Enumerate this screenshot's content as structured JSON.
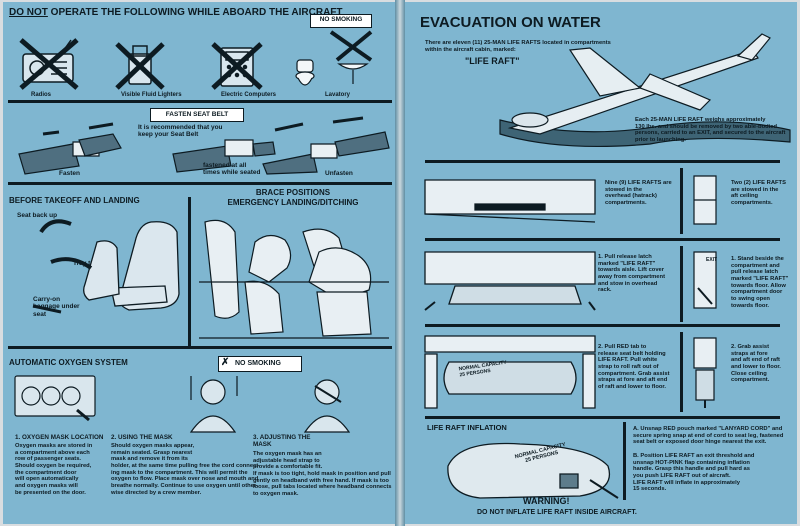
{
  "left": {
    "do_not_word": "DO NOT",
    "header_rest": "OPERATE THE FOLLOWING WHILE ABOARD THE AIRCRAFT",
    "no_smoking_box": "NO SMOKING",
    "prohibited_items": [
      "Radios",
      "Visible Fluid Lighters",
      "Electric Computers",
      "Lavatory"
    ],
    "seatbelt": {
      "title": "FASTEN SEAT BELT",
      "note": "It is recommended that you\nkeep your Seat Belt",
      "fasten": "Fasten",
      "fastened": "fastened at all\ntimes while seated",
      "unfasten": "Unfasten"
    },
    "takeoff": {
      "title": "BEFORE TAKEOFF AND LANDING",
      "seat_back": "Seat back up",
      "tray_table": "Tray table up",
      "carry_on": "Carry-on\nbaggage under\nseat"
    },
    "brace": {
      "title_1": "BRACE POSITIONS",
      "title_2": "EMERGENCY LANDING/DITCHING"
    },
    "oxygen": {
      "title": "AUTOMATIC OXYGEN SYSTEM",
      "no_smoking": "NO SMOKING",
      "step1_title": "1. OXYGEN MASK LOCATION",
      "step1_text": "Oxygen masks are stored in\na compartment above each\nrow of passenger seats.\nShould oxygen be required,\nthe compartment door\nwill open automatically\nand oxygen masks will\nbe presented on the door.",
      "step2_title": "2. USING THE MASK",
      "step2_text": "Should oxygen masks appear,\nremain seated. Grasp nearest\nmask and remove it from its\nholder, at the same time pulling free the cord connect-\ning mask to the compartment. This will permit the\noxygen to flow. Place mask over nose and mouth and\nbreathe normally. Continue to use oxygen until other-\nwise directed by a crew member.",
      "step3_title": "3. ADJUSTING THE\nMASK",
      "step3_text": "The oxygen mask has an\nadjustable head strap to\nprovide a comfortable fit.\nIf mask is too tight, hold mask in position and pull\ngently on headband with free hand. If mask is too\nloose, pull tabs located where headband connects\nto oxygen mask."
    }
  },
  "right": {
    "title": "EVACUATION ON WATER",
    "intro": "There are eleven (11) 25-MAN LIFE RAFTS located in compartments\nwithin the aircraft cabin, marked:",
    "raft_label": "\"LIFE RAFT\"",
    "raft_desc": "Each 25-MAN LIFE RAFT weighs approximately\n130 lbs. and should be removed by two able-bodied\npersons, carried to an EXIT, and secured to the aircraft\nprior to launching.",
    "nine_rafts": "Nine (9) LIFE RAFTS are\nstowed in the\noverhead (hatrack)\ncompartments.",
    "two_rafts": "Two (2) LIFE RAFTS\nare stowed in the\naft ceiling\ncompartments.",
    "step1_left": "1. Pull release latch\nmarked \"LIFE RAFT\"\ntowards aisle. Lift cover\naway from compartment\nand stow in overhead\nrack.",
    "step1_right": "1. Stand beside the\ncompartment and\npull release latch\nmarked \"LIFE RAFT\"\ntowards floor. Allow\ncompartment door\nto swing open\ntowards floor.",
    "step2_left": "2. Pull RED tab to\nrelease seat belt holding\nLIFE RAFT. Pull white\nstrap to roll raft out of\ncompartment. Grab assist\nstraps at fore and aft end\nof raft and lower to floor.",
    "step2_right": "2. Grab assist\nstraps at fore\nand aft end of raft\nand lower to floor.\nClose ceiling\ncompartment.",
    "inflation_title": "LIFE RAFT INFLATION",
    "inflation_a": "A. Unsnap RED pouch marked \"LANYARD CORD\" and\nsecure spring snap at end of cord to seat leg, fastened\nseat belt or exposed door hinge nearest the exit.",
    "inflation_b": "B. Position LIFE RAFT an exit threshold and\nunsnap HOT-PINK flap containing inflation\nhandle. Grasp this handle and pull hard as\nyou push LIFE RAFT out of aircraft.\nLIFE RAFT will inflate in approximately\n15 seconds.",
    "raft_bag_label": "NORMAL CAPACITY\n25 PERSONS",
    "raft_compartment_label": "NORMAL CAPACITY\n25 PERSONS",
    "exit_label": "EXIT",
    "warning": "WARNING!",
    "warning_text": "DO NOT INFLATE LIFE RAFT INSIDE AIRCRAFT."
  },
  "colors": {
    "panel": "#7fb6d0",
    "ink": "#0d1b22",
    "fold": "#5f8ea3"
  }
}
